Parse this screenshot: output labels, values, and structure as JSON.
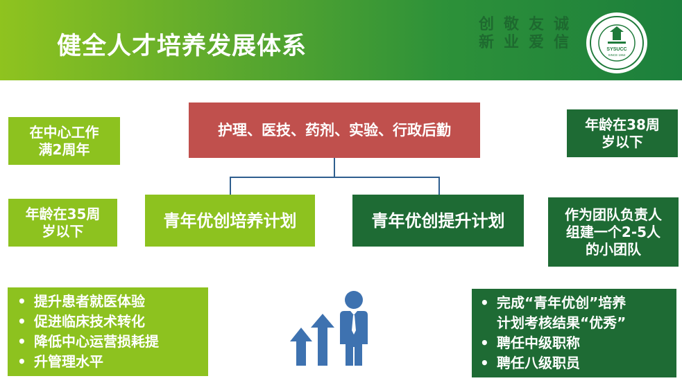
{
  "header": {
    "title": "健全人才培养发展体系",
    "motto": [
      "创新",
      "敬业",
      "友爱",
      "诚信"
    ],
    "logo": {
      "name": "sysucc-logo",
      "text": "SYSUCC",
      "year": "SINCE 1964"
    }
  },
  "top_box": "护理、医技、药剂、实验、行政后勤",
  "left_criteria": [
    [
      "在中心工作",
      "满2周年"
    ],
    [
      "年龄在35周",
      "岁以下"
    ]
  ],
  "right_criteria": [
    [
      "年龄在38周",
      "岁以下"
    ],
    [
      "作为团队负责人",
      "组建一个2-5人",
      "的小团队"
    ]
  ],
  "plans": {
    "left": "青年优创培养计划",
    "right": "青年优创提升计划"
  },
  "left_goals": [
    "提升患者就医体验",
    "促进临床技术转化",
    "降低中心运营损耗提",
    "升管理水平"
  ],
  "right_goals": [
    {
      "bullet": true,
      "text": "完成“青年优创”培养"
    },
    {
      "bullet": false,
      "text": "计划考核结果“优秀”"
    },
    {
      "bullet": true,
      "text": "聘任中级职称"
    },
    {
      "bullet": true,
      "text": "聘任八级职员"
    }
  ],
  "bullet_symbol": "•",
  "colors": {
    "lime": "#8dc21f",
    "dark_green": "#1e6b34",
    "red": "#c0504d",
    "blue": "#3e72b0"
  },
  "icons": [
    "growth-arrows-icon",
    "businessman-icon"
  ]
}
